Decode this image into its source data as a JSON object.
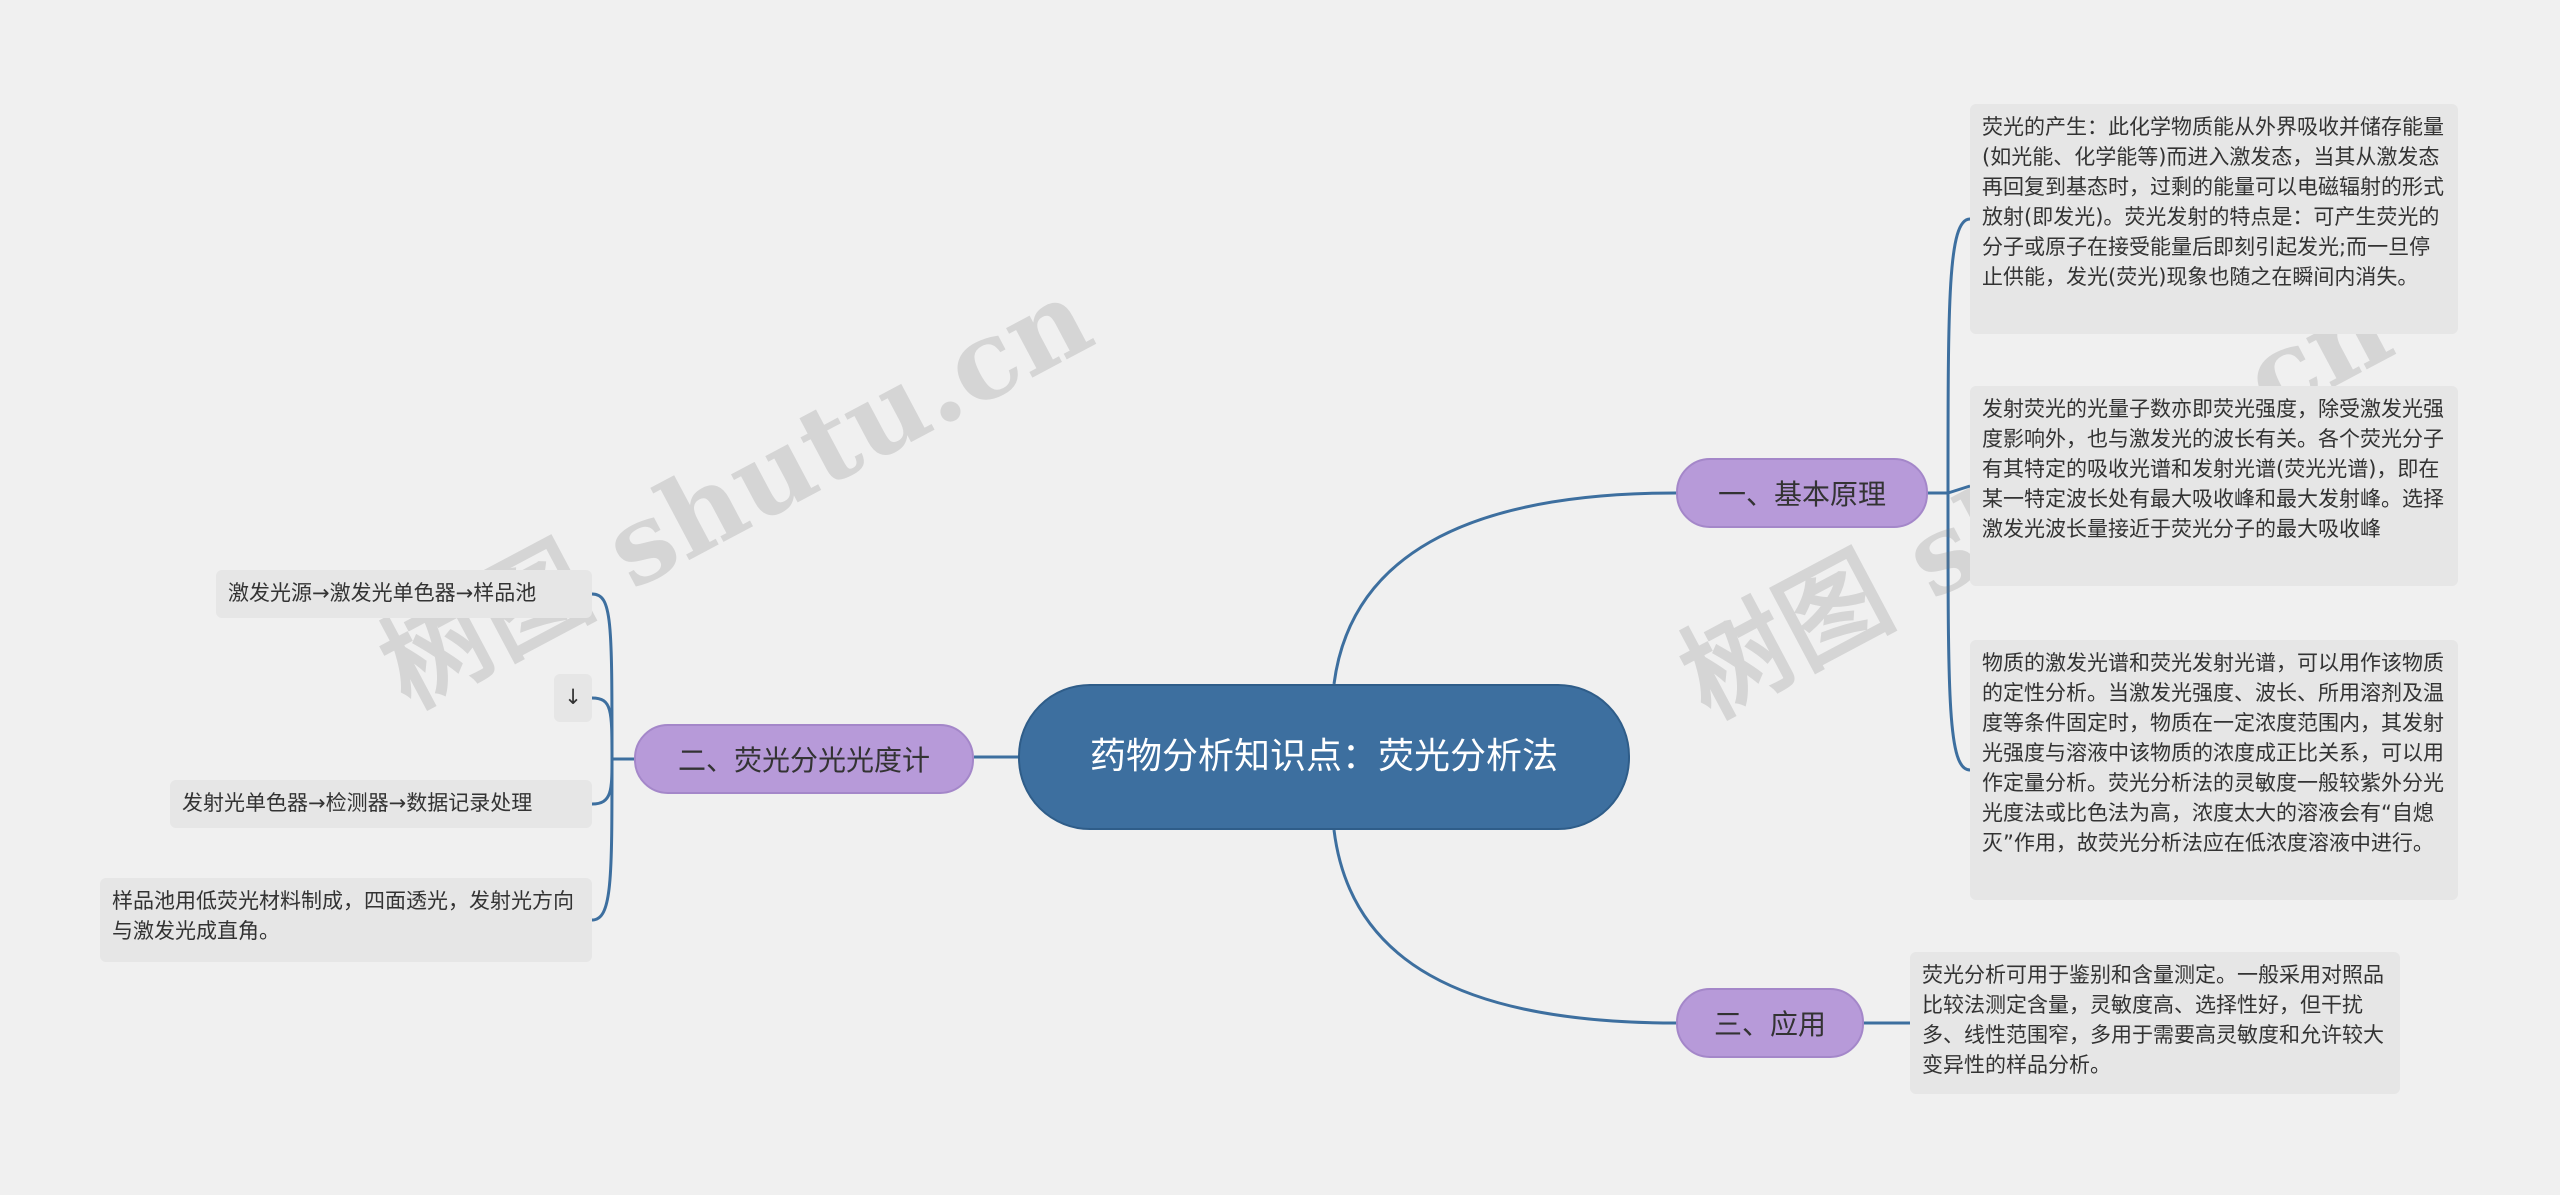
{
  "root": {
    "title": "药物分析知识点：荧光分析法"
  },
  "branches": [
    {
      "label": "一、基本原理",
      "items": [
        "荧光的产生：此化学物质能从外界吸收并储存能量(如光能、化学能等)而进入激发态，当其从激发态再回复到基态时，过剩的能量可以电磁辐射的形式放射(即发光)。荧光发射的特点是：可产生荧光的分子或原子在接受能量后即刻引起发光;而一旦停止供能，发光(荧光)现象也随之在瞬间内消失。",
        "发射荧光的光量子数亦即荧光强度，除受激发光强度影响外，也与激发光的波长有关。各个荧光分子有其特定的吸收光谱和发射光谱(荧光光谱)，即在某一特定波长处有最大吸收峰和最大发射峰。选择激发光波长量接近于荧光分子的最大吸收峰",
        "物质的激发光谱和荧光发射光谱，可以用作该物质的定性分析。当激发光强度、波长、所用溶剂及温度等条件固定时，物质在一定浓度范围内，其发射光强度与溶液中该物质的浓度成正比关系，可以用作定量分析。荧光分析法的灵敏度一般较紫外分光光度法或比色法为高，浓度太大的溶液会有“自熄灭”作用，故荧光分析法应在低浓度溶液中进行。"
      ]
    },
    {
      "label": "二、荧光分光光度计",
      "items": [
        "激发光源→激发光单色器→样品池",
        "↓",
        "发射光单色器→检测器→数据记录处理",
        "样品池用低荧光材料制成，四面透光，发射光方向与激发光成直角。"
      ]
    },
    {
      "label": "三、应用",
      "items": [
        "荧光分析可用于鉴别和含量测定。一般采用对照品比较法测定含量，灵敏度高、选择性好，但干扰多、线性范围窄，多用于需要高灵敏度和允许较大变异性的样品分析。"
      ]
    }
  ],
  "watermarks": [
    "树图 shutu.cn",
    "树图 shutu.cn"
  ],
  "colors": {
    "background": "#f0f0f0",
    "root_fill": "#3d6f9f",
    "branch_fill": "#b79ad9",
    "leaf_fill": "#e6e6e6",
    "connector": "#3d6f9f"
  }
}
